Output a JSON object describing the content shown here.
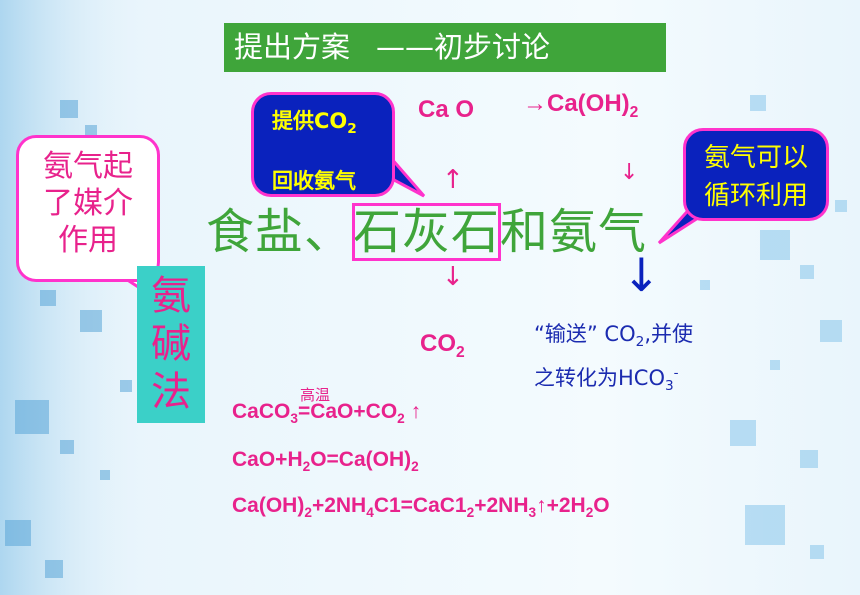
{
  "title": {
    "main": "提出方案",
    "sub": "——初步讨论"
  },
  "callout_left": {
    "lines": [
      "氨气起",
      "了媒介",
      "作用"
    ]
  },
  "callout_mid": {
    "lines": [
      "提供CO",
      "回收氨气"
    ],
    "sub": "2"
  },
  "callout_right": {
    "lines": [
      "氨气可以",
      "循环利用"
    ]
  },
  "top": {
    "cao": "Ca O",
    "arrow_ca": "→",
    "caoh": "Ca(OH)",
    "caoh_sub": "2"
  },
  "arrows": {
    "up": "↑",
    "down": "↓",
    "down_right": "↓",
    "down_blue": "↓"
  },
  "main_line": {
    "part1": "食盐、",
    "boxed": "石灰石",
    "part2": "和氨气"
  },
  "vertical_label": {
    "chars": [
      "氨",
      "碱",
      "法"
    ]
  },
  "co2_label": {
    "text": "CO",
    "sub": "2"
  },
  "note": {
    "line1_a": "“输送” CO",
    "line1_sub": "2",
    "line1_b": ",并使",
    "line2_a": "之转化为HCO",
    "line2_sub": "3",
    "line2_sup": "-"
  },
  "equations": {
    "condition": "高温",
    "eq1": {
      "a": "CaCO",
      "a_sub": "3",
      "b": "=CaO+CO",
      "b_sub": "2",
      "c": " ↑"
    },
    "eq2": {
      "a": "CaO+H",
      "a_sub": "2",
      "b": "O=Ca(OH)",
      "b_sub": "2"
    },
    "eq3": {
      "a": "Ca(OH)",
      "a_sub": "2",
      "b": "+2NH",
      "b_sub": "4",
      "c": "C1=CaC1",
      "c_sub": "2",
      "d": "+2NH",
      "d_sub": "3",
      "e": "↑+2H",
      "e_sub": "2",
      "f": "O"
    }
  },
  "colors": {
    "green": "#3fa53a",
    "magenta": "#e8228c",
    "blue": "#0a22bd",
    "yellow": "#ffff00",
    "cyan": "#3bd0c8"
  }
}
